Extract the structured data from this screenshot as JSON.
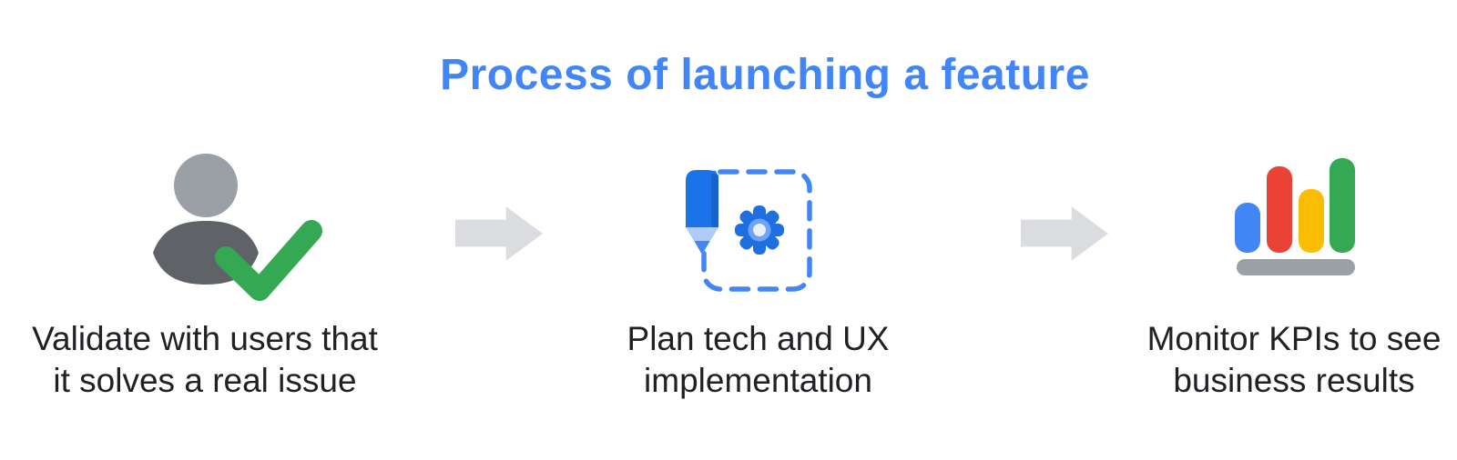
{
  "title": {
    "text": "Process of launching a feature"
  },
  "steps": [
    {
      "id": "validate",
      "icon": "user-validated-icon",
      "caption": "Validate with users that\nit solves a real issue"
    },
    {
      "id": "plan",
      "icon": "plan-pencil-gear-icon",
      "caption": "Plan tech and UX\nimplementation"
    },
    {
      "id": "monitor",
      "icon": "kpi-bar-chart-icon",
      "caption": "Monitor KPIs to see\nbusiness results"
    }
  ],
  "arrows": [
    {
      "icon": "right-arrow-icon"
    },
    {
      "icon": "right-arrow-icon"
    }
  ],
  "colors": {
    "title_blue": "#4285F4",
    "caption_dark": "#202124",
    "arrow_gray": "#DADCE0",
    "head_gray": "#9AA0A6",
    "body_gray": "#5F6368",
    "check_green": "#34A853",
    "pencil_blue": "#1A73E8",
    "pencil_dark_blue": "#1765CC",
    "pencil_light_blue": "#AECBFA",
    "pencil_tip_blue": "#4285F4",
    "dashed_border_blue": "#4285F4",
    "gear_blue": "#1E6FE0",
    "gear_ring_blue": "#6EA3F5",
    "gear_hole_light": "#E8F0FE",
    "bar_blue": "#4285F4",
    "bar_red": "#EA4335",
    "bar_yellow": "#FBBC04",
    "bar_green": "#34A853",
    "base_gray": "#9AA0A6"
  }
}
